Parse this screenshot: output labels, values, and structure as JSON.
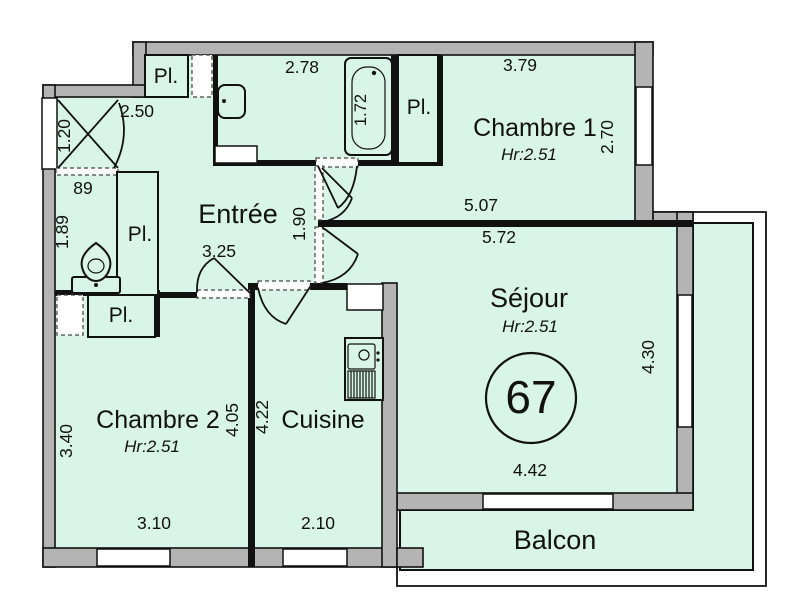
{
  "colors": {
    "room_fill": "#d9f4e8",
    "wall_fill": "#b4b4b4",
    "line": "#111111",
    "background": "#ffffff"
  },
  "plan": {
    "lot_number": "67",
    "closet_abbrev": "Pl.",
    "rooms": {
      "entree": {
        "name": "Entrée"
      },
      "sejour": {
        "name": "Séjour",
        "ceiling": "Hr:2.51"
      },
      "chambre1": {
        "name": "Chambre 1",
        "ceiling": "Hr:2.51"
      },
      "chambre2": {
        "name": "Chambre 2",
        "ceiling": "Hr:2.51"
      },
      "cuisine": {
        "name": "Cuisine"
      },
      "balcon": {
        "name": "Balcon"
      }
    },
    "dimensions": {
      "d250": "2.50",
      "d120": "1.20",
      "d89": "89",
      "d189": "1.89",
      "d278": "2.78",
      "d172": "1.72",
      "d379": "3.79",
      "d270": "2.70",
      "d507": "5.07",
      "d572": "5.72",
      "d325": "3.25",
      "d190": "1.90",
      "d430": "4.30",
      "d442": "4.42",
      "d340": "3.40",
      "d405": "4.05",
      "d310": "3.10",
      "d422": "4.22",
      "d210": "2.10"
    }
  }
}
